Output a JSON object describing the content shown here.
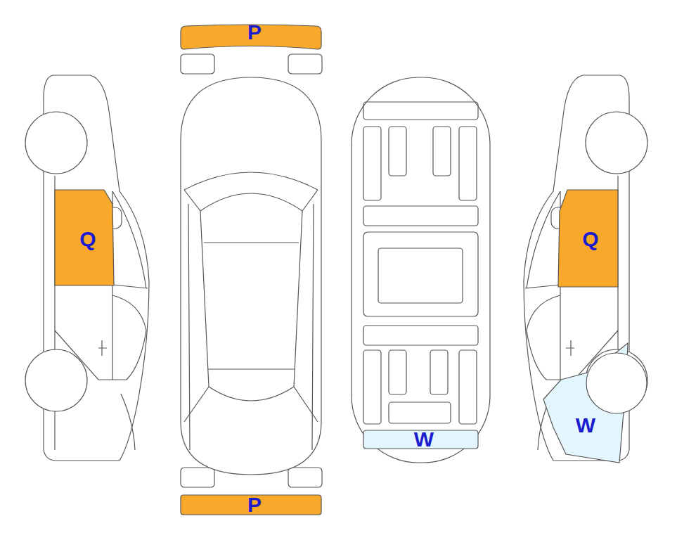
{
  "diagram": {
    "nodes": [
      {
        "text": [
          "P"
        ]
      },
      {
        "text": [
          "Q"
        ]
      },
      {
        "text": [
          "Q"
        ]
      },
      {
        "text": [
          "W"
        ]
      },
      {
        "text": [
          "W"
        ]
      },
      {
        "text": [
          "P"
        ]
      }
    ]
  }
}
